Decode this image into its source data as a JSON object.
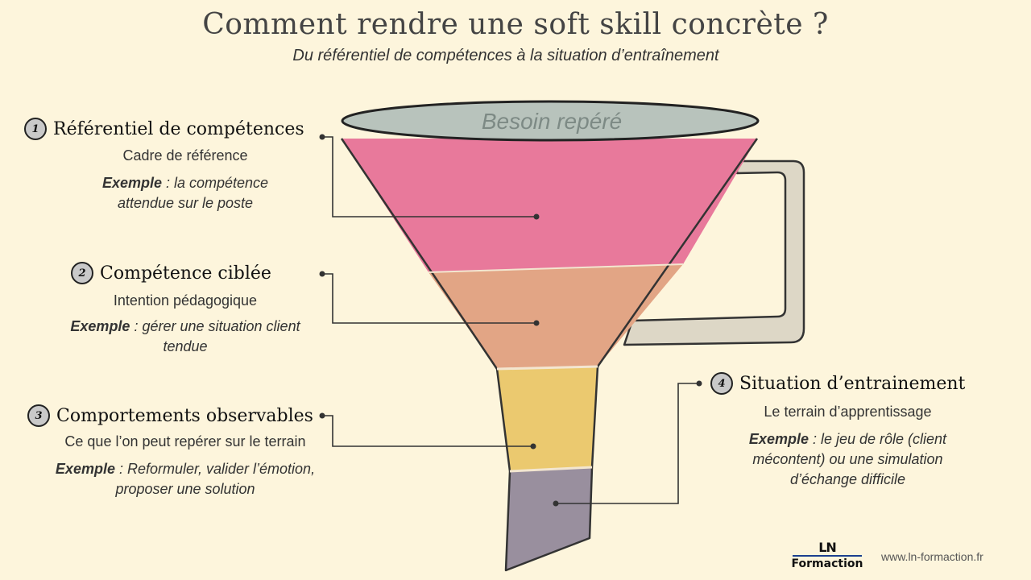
{
  "header": {
    "title": "Comment rendre une soft skill concrète ?",
    "subtitle": "Du référentiel de compétences à la situation d’entraînement"
  },
  "funnel": {
    "top_label": "Besoin repéré",
    "colors": {
      "rim": "#b8c3bc",
      "layer1": "#e8799b",
      "layer2": "#e2a585",
      "layer3": "#ebc96f",
      "layer4": "#998f9e",
      "handle": "#ddd7c6"
    }
  },
  "steps": [
    {
      "number": "1",
      "title": "Référentiel de compétences",
      "description": "Cadre de référence",
      "example_label": "Exemple",
      "example_text": " : la compétence attendue sur le poste"
    },
    {
      "number": "2",
      "title": "Compétence ciblée",
      "description": "Intention pédagogique",
      "example_label": "Exemple",
      "example_text": " : gérer une situation client tendue"
    },
    {
      "number": "3",
      "title": "Comportements observables",
      "description": "Ce que l’on peut repérer sur le terrain",
      "example_label": "Exemple",
      "example_text": " : Reformuler, valider l’émotion, proposer une solution"
    },
    {
      "number": "4",
      "title": "Situation d’entrainement",
      "description": "Le terrain d’apprentissage",
      "example_label": "Exemple",
      "example_text": " : le jeu de rôle (client mécontent) ou une simulation d’échange difficile"
    }
  ],
  "footer": {
    "logo_top": "LN",
    "logo_bottom": "Formaction",
    "url": "www.ln-formaction.fr"
  }
}
